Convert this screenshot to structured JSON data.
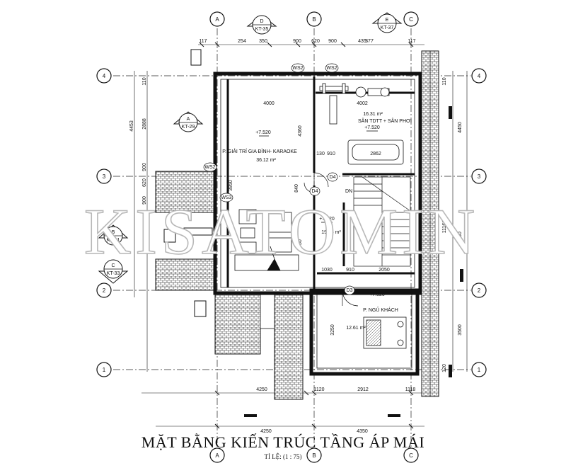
{
  "title": "MẶT BẰNG KIẾN TRÚC TẦNG ÁP MÁI",
  "scale_label": "TỈ LỆ: (1 : 75)",
  "watermark": "KISATOMIN",
  "grid": {
    "columns": [
      "A",
      "B",
      "C"
    ],
    "rows": [
      "4",
      "3",
      "2",
      "1"
    ]
  },
  "section_markers": [
    {
      "letter": "D",
      "ref": "KT-35"
    },
    {
      "letter": "E",
      "ref": "KT-37"
    },
    {
      "letter": "A",
      "ref": "KT-29"
    },
    {
      "letter": "B",
      "ref": "KT-31"
    },
    {
      "letter": "C",
      "ref": "KT-33"
    }
  ],
  "rooms": {
    "karaoke": {
      "name": "P. GIẢI TRÍ GIA ĐÌNH- KARAOKE",
      "area": "36.12 m²",
      "level": "+7.520"
    },
    "terrace": {
      "name": "SÂN TDTT + SÂN PHƠI",
      "area": "16.31 m²",
      "level": "+7.520"
    },
    "hall": {
      "area": "19.15 m²",
      "level": "+7.520"
    },
    "guest": {
      "name": "P. NGỦ KHÁCH",
      "area": "12.61 m²",
      "level": "+7.520"
    }
  },
  "tags": {
    "dn": "DN",
    "ws2": "WS2",
    "ws3": "WS3",
    "d3": "D3",
    "d4": "D4"
  },
  "dims": {
    "top": [
      "117",
      "254",
      "350",
      "900",
      "620",
      "900",
      "435",
      "377",
      "117"
    ],
    "bottom_inner": [
      "4250",
      "1120",
      "2912",
      "1118"
    ],
    "bottom_outer": [
      "4250",
      "4350"
    ],
    "left": [
      "110",
      "2888",
      "900",
      "620",
      "900"
    ],
    "left_total": "4453",
    "right": [
      "110",
      "4450",
      "11163",
      "5050",
      "3500",
      "120"
    ],
    "interior": [
      "4000",
      "4002",
      "2862",
      "910",
      "4360",
      "3750",
      "1030",
      "910",
      "2050",
      "3250",
      "130",
      "840",
      "3950"
    ]
  }
}
